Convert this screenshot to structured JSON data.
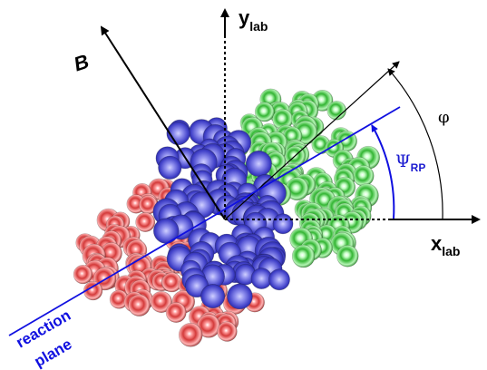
{
  "labels": {
    "y_axis": "y",
    "y_axis_sub": "lab",
    "x_axis": "x",
    "x_axis_sub": "lab",
    "b_field": "B",
    "phi": "φ",
    "psi": "Ψ",
    "psi_sub": "RP",
    "reaction": "reaction",
    "plane": "plane"
  },
  "colors": {
    "axis": "#000000",
    "reaction_plane": "#1010e0",
    "psi_label": "#1a1ad0",
    "nucleon_red": "#d43a3a",
    "nucleon_red_hi": "#ff9a9a",
    "nucleon_blue": "#3d3dcc",
    "nucleon_blue_hi": "#a8a8ff",
    "nucleon_green": "#33b533",
    "nucleon_green_hi": "#c8ffc8"
  }
}
